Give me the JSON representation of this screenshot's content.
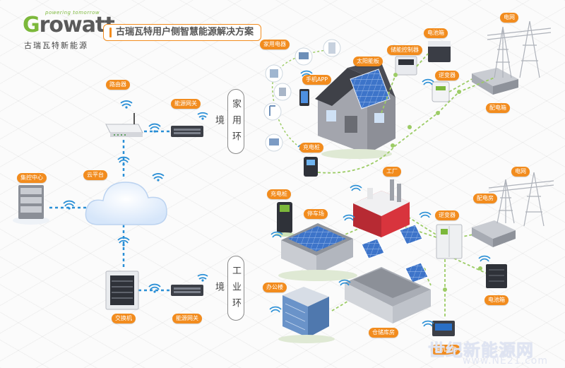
{
  "logo": {
    "wordmark": "Growatt",
    "tagline": "powering tomorrow",
    "subtitle": "古瑞瓦特新能源"
  },
  "title": "古瑞瓦特用户侧智慧能源解决方案",
  "sections": {
    "home": "家用环境",
    "industrial": "工业环境"
  },
  "labels": {
    "router": "路由器",
    "energy_gateway_top": "能源网关",
    "control_center": "集控中心",
    "cloud_platform": "云平台",
    "switch": "交换机",
    "energy_gateway_bottom": "能源网关",
    "home_appliances": "家用电器",
    "mobile_app": "手机APP",
    "home_charger": "充电桩",
    "solar_panel": "太阳能板",
    "storage_controller": "储能控制器",
    "battery_box_home": "电池箱",
    "inverter_home": "逆变器",
    "grid_home": "电网",
    "distribution_box": "配电箱",
    "factory": "工厂",
    "industrial_charger": "充电桩",
    "parking_lot": "停车场",
    "inverter_industrial": "逆变器",
    "grid_industrial": "电网",
    "distribution_room": "配电房",
    "office_building": "办公楼",
    "battery_box_industrial": "电池箱",
    "warehouse": "仓储库房",
    "diesel_generator": "油机发电"
  },
  "watermark": {
    "text": "世纪新能源网",
    "url": "www.NE21.com"
  },
  "colors": {
    "accent_orange": "#f28c1e",
    "brand_green": "#7cb83b",
    "link_blue": "#2a8fd6",
    "house_gray": "#8d8f97",
    "panel_blue": "#3b6fc4"
  }
}
